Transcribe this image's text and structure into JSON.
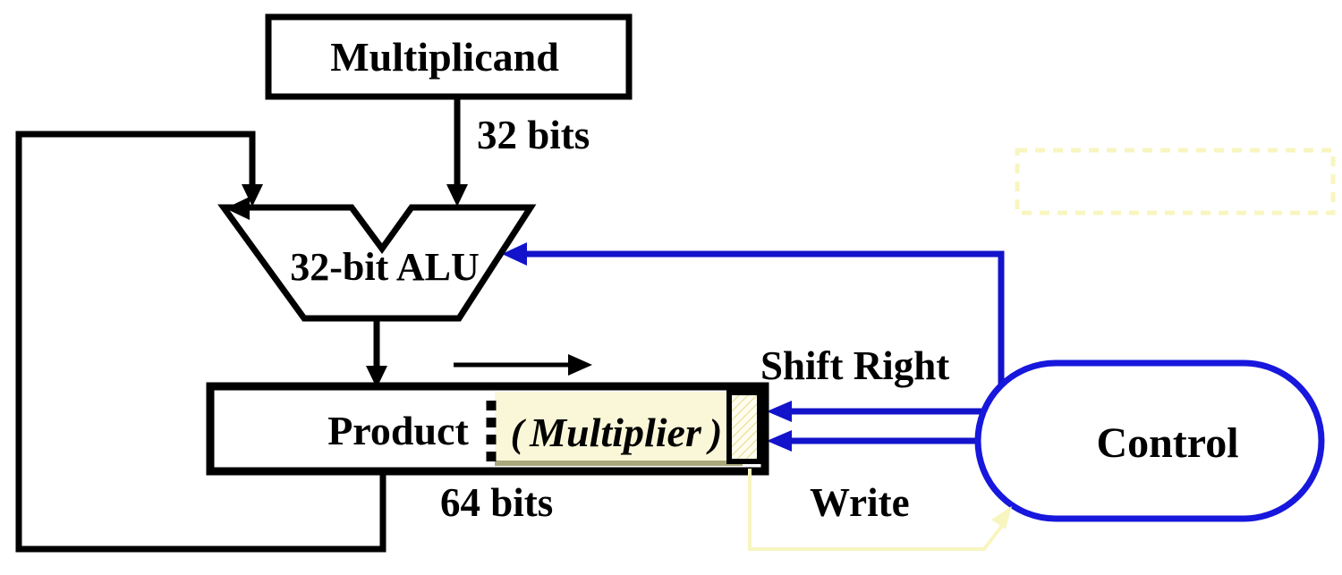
{
  "diagram": {
    "type": "hardware-block-diagram",
    "subject": "Sequential 32-bit multiplier datapath"
  },
  "nodes": {
    "multiplicand": {
      "label": "Multiplicand"
    },
    "alu": {
      "label": "32-bit ALU"
    },
    "product": {
      "label": "Product"
    },
    "multiplier": {
      "label": "Multiplier",
      "paren_open": "(",
      "paren_close": ")"
    },
    "control": {
      "label": "Control"
    }
  },
  "labels": {
    "bits_32": "32 bits",
    "bits_64": "64 bits",
    "shift_right": "Shift Right",
    "write": "Write"
  },
  "colors": {
    "black": "#000000",
    "wire_blue": "#1313cb",
    "control_border_blue": "#1717dd",
    "control_text_blue": "#2a2af0",
    "multiplier_text_blue": "#3c38e8",
    "multiplier_fill_cream": "#faf7d8",
    "cream_shadow": "#8e8e5e",
    "pale_yellow": "#f8f6c0",
    "hatch_yellow": "#e8e09a"
  }
}
